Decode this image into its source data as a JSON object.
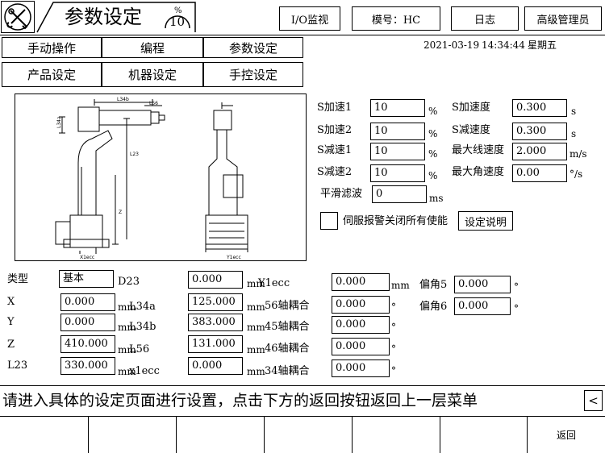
{
  "header": {
    "title": "参数设定",
    "speed_percent": "%",
    "speed_value": "10",
    "io_button": "I/O监视",
    "model_label": "模号：HC",
    "log_button": "日志",
    "user_button": "高级管理员"
  },
  "datetime": {
    "date": "2021-03-19",
    "time": "14:34:44",
    "weekday": "星期五"
  },
  "tabs_row1": [
    "手动操作",
    "编程",
    "参数设定"
  ],
  "tabs_row2": [
    "产品设定",
    "机器设定",
    "手控设定"
  ],
  "diagram": {
    "labels": {
      "l34b": "L34b",
      "l56": "L56",
      "l34a": "L34a",
      "l23": "L23",
      "z": "Z",
      "x1ecc": "X1ecc",
      "y1ecc": "Y1ecc"
    }
  },
  "accel": {
    "s_accel1_label": "S加速1",
    "s_accel1_value": "10",
    "s_accel1_unit": "%",
    "s_accel2_label": "S加速2",
    "s_accel2_value": "10",
    "s_accel2_unit": "%",
    "s_decel1_label": "S减速1",
    "s_decel1_value": "10",
    "s_decel1_unit": "%",
    "s_decel2_label": "S减速2",
    "s_decel2_value": "10",
    "s_decel2_unit": "%",
    "s_accel_speed_label": "S加速度",
    "s_accel_speed_value": "0.300",
    "s_accel_speed_unit": "s",
    "s_decel_speed_label": "S减速度",
    "s_decel_speed_value": "0.300",
    "s_decel_speed_unit": "s",
    "max_line_speed_label": "最大线速度",
    "max_line_speed_value": "2.000",
    "max_line_speed_unit": "m/s",
    "max_angle_speed_label": "最大角速度",
    "max_angle_speed_value": "0.00",
    "max_angle_speed_unit": "°/s",
    "smooth_label": "平滑滤波",
    "smooth_value": "0",
    "smooth_unit": "ms"
  },
  "servo": {
    "checkbox_label": "伺服报警关闭所有使能",
    "checked": false,
    "explain_button": "设定说明"
  },
  "params": {
    "type_label": "类型",
    "type_value": "基本",
    "x_label": "X",
    "x_value": "0.000",
    "x_unit": "mm",
    "y_label": "Y",
    "y_value": "0.000",
    "y_unit": "mm",
    "z_label": "Z",
    "z_value": "410.000",
    "z_unit": "mm",
    "l23_label": "L23",
    "l23_value": "330.000",
    "l23_unit": "mm",
    "d23_label": "D23",
    "d23_value": "0.000",
    "d23_unit": "mm",
    "l34a_label": "L34a",
    "l34a_value": "125.000",
    "l34a_unit": "mm",
    "l34b_label": "L34b",
    "l34b_value": "383.000",
    "l34b_unit": "mm",
    "l56_label": "L56",
    "l56_value": "131.000",
    "l56_unit": "mm",
    "x1ecc_label": "x1ecc",
    "x1ecc_value": "0.000",
    "x1ecc_unit": "mm",
    "y1ecc_label": "Y1ecc",
    "y1ecc_value": "0.000",
    "y1ecc_unit": "mm",
    "c56_label": "56轴耦合",
    "c56_value": "0.000",
    "c56_unit": "°",
    "c45_label": "45轴耦合",
    "c45_value": "0.000",
    "c45_unit": "°",
    "c46_label": "46轴耦合",
    "c46_value": "0.000",
    "c46_unit": "°",
    "c34_label": "34轴耦合",
    "c34_value": "0.000",
    "c34_unit": "°",
    "p5_label": "偏角5",
    "p5_value": "0.000",
    "p5_unit": "°",
    "p6_label": "偏角6",
    "p6_value": "0.000",
    "p6_unit": "°"
  },
  "status_message": "请进入具体的设定页面进行设置，点击下方的返回按钮返回上一层菜单",
  "status_scroll": "<",
  "footer": {
    "buttons": [
      "",
      "",
      "",
      "",
      "",
      "",
      "返回"
    ]
  }
}
